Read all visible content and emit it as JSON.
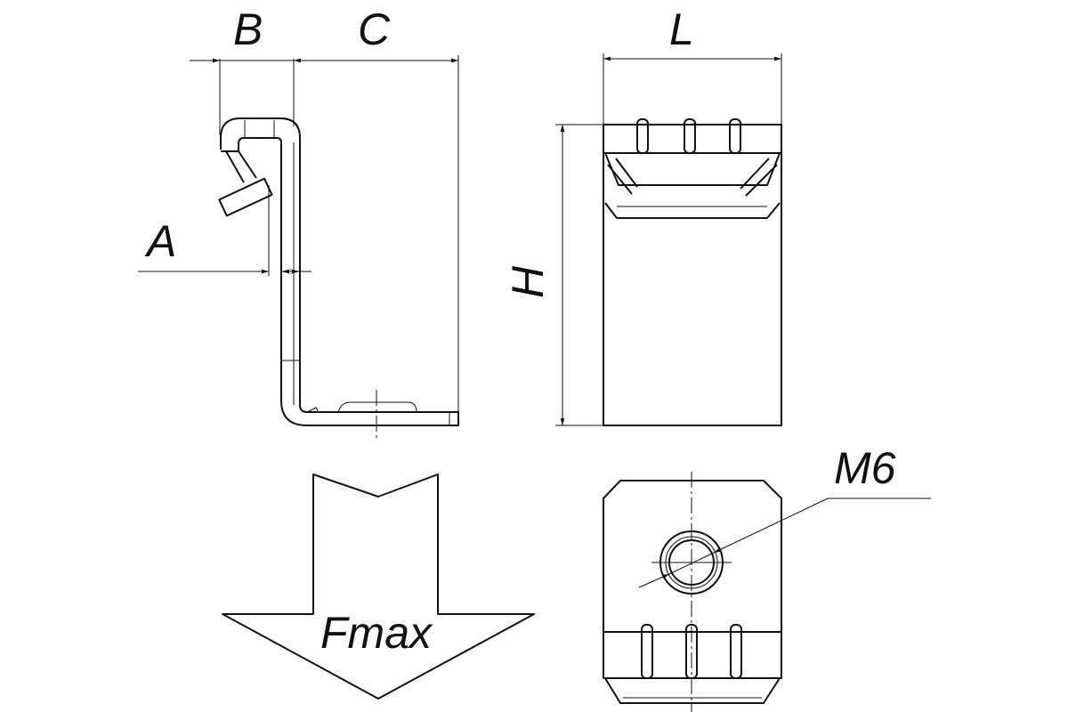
{
  "drawing": {
    "dimension_labels": {
      "b": "B",
      "c": "C",
      "l": "L",
      "a": "A",
      "h": "H",
      "thread": "M6"
    },
    "force_label": "Fmax",
    "line_color": "#111111",
    "background": "#ffffff"
  }
}
